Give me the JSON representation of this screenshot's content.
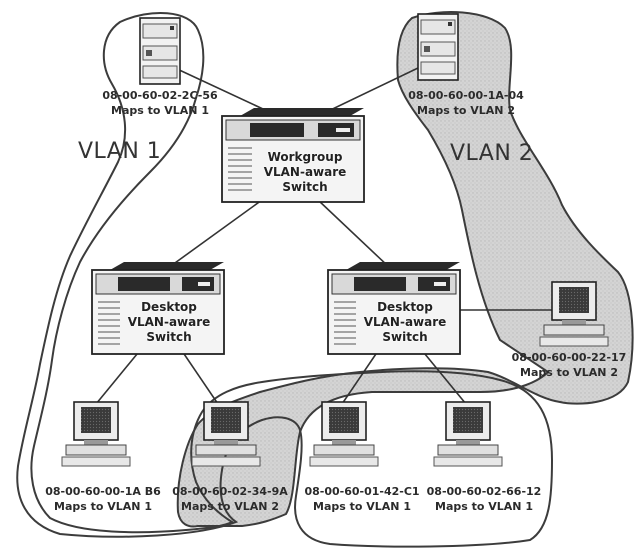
{
  "vlans": {
    "vlan1_label": "VLAN 1",
    "vlan2_label": "VLAN 2"
  },
  "switches": {
    "workgroup": {
      "line1": "Workgroup",
      "line2": "VLAN-aware",
      "line3": "Switch"
    },
    "desktop_left": {
      "line1": "Desktop",
      "line2": "VLAN-aware",
      "line3": "Switch"
    },
    "desktop_right": {
      "line1": "Desktop",
      "line2": "VLAN-aware",
      "line3": "Switch"
    }
  },
  "servers": [
    {
      "mac": "08-00-60-02-2C-56",
      "maps": "Maps to VLAN 1"
    },
    {
      "mac": "08-00-60-00-1A-04",
      "maps": "Maps to VLAN 2"
    }
  ],
  "workstations": [
    {
      "mac": "08-00-60-00-22-17",
      "maps": "Maps to VLAN 2"
    },
    {
      "mac": "08-00-60-00-1A B6",
      "maps": "Maps to VLAN 1"
    },
    {
      "mac": "08-00-60-02-34-9A",
      "maps": "Maps to VLAN 2"
    },
    {
      "mac": "08-00-60-01-42-C1",
      "maps": "Maps to VLAN 1"
    },
    {
      "mac": "08-00-60-02-66-12",
      "maps": "Maps to VLAN 1"
    }
  ]
}
